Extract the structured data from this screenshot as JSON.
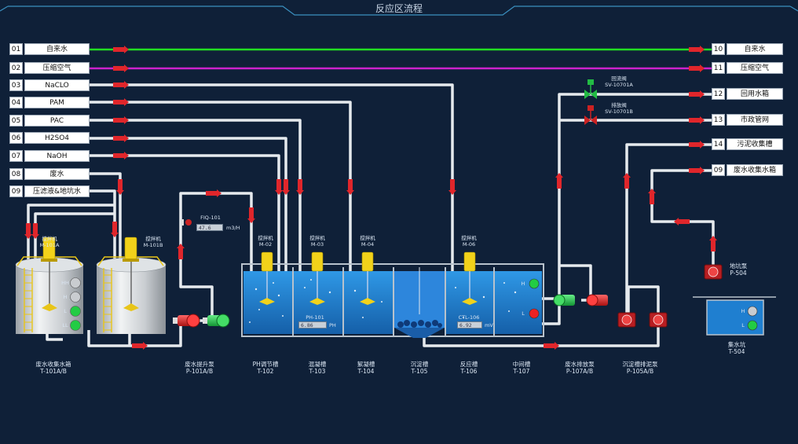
{
  "title": "反应区流程",
  "inputs": [
    {
      "num": "01",
      "name": "自来水"
    },
    {
      "num": "02",
      "name": "压缩空气"
    },
    {
      "num": "03",
      "name": "NaCLO"
    },
    {
      "num": "04",
      "name": "PAM"
    },
    {
      "num": "05",
      "name": "PAC"
    },
    {
      "num": "06",
      "name": "H2SO4"
    },
    {
      "num": "07",
      "name": "NaOH"
    },
    {
      "num": "08",
      "name": "废水"
    },
    {
      "num": "09",
      "name": "压滤液&地坑水"
    }
  ],
  "outputs": [
    {
      "num": "10",
      "name": "自来水"
    },
    {
      "num": "11",
      "name": "压缩空气"
    },
    {
      "num": "12",
      "name": "回用水箱"
    },
    {
      "num": "13",
      "name": "市政管网"
    },
    {
      "num": "14",
      "name": "污泥收集槽"
    },
    {
      "num": "09",
      "name": "废水收集水箱"
    }
  ],
  "equipment": {
    "t101": {
      "name": "废水收集水箱",
      "tag": "T-101A/B"
    },
    "p101": {
      "name": "废水提升泵",
      "tag": "P-101A/B"
    },
    "t102": {
      "name": "PH调节槽",
      "tag": "T-102"
    },
    "t103": {
      "name": "混凝槽",
      "tag": "T-103"
    },
    "t104": {
      "name": "絮凝槽",
      "tag": "T-104"
    },
    "t105": {
      "name": "沉淀槽",
      "tag": "T-105"
    },
    "t106": {
      "name": "反应槽",
      "tag": "T-106"
    },
    "t107": {
      "name": "中间槽",
      "tag": "T-107"
    },
    "p107": {
      "name": "废水排放泵",
      "tag": "P-107A/B"
    },
    "p105": {
      "name": "沉淀槽排泥泵",
      "tag": "P-105A/B"
    },
    "t504": {
      "name": "集水坑",
      "tag": "T-504"
    },
    "p504": {
      "name": "地坑泵",
      "tag": "P-504"
    }
  },
  "mixers": {
    "m101a": {
      "name": "搅拌机",
      "tag": "M-101A"
    },
    "m101b": {
      "name": "搅拌机",
      "tag": "M-101B"
    },
    "m02": {
      "name": "搅拌机",
      "tag": "M-02"
    },
    "m03": {
      "name": "搅拌机",
      "tag": "M-03"
    },
    "m04": {
      "name": "搅拌机",
      "tag": "M-04"
    },
    "m06": {
      "name": "搅拌机",
      "tag": "M-06"
    }
  },
  "valves": {
    "sv10701a": {
      "name": "回流阀",
      "tag": "SV-10701A"
    },
    "sv10701b": {
      "name": "排放阀",
      "tag": "SV-10701B"
    }
  },
  "flow_meter": {
    "tag": "FIQ-101",
    "value": "47.6",
    "unit": "m3/H"
  },
  "ph_meter": {
    "tag": "PH-101",
    "value": "6.86",
    "unit": "PH"
  },
  "ctl_meter": {
    "tag": "CTL-106",
    "value": "6.92",
    "unit": "mV"
  },
  "level_labels": {
    "hh": "HH",
    "h": "H",
    "l": "L",
    "ll": "LL",
    "h_short": "H",
    "l_short": "L"
  },
  "colors": {
    "background": "#0f2038",
    "pipe": "#e8ecef",
    "water_line": "#22dd22",
    "air_line": "#cc22cc",
    "flow_arrow": "#e0262b",
    "tank_water": "#1f7fd0",
    "indicator_on": "#22cc44",
    "indicator_alarm": "#ee2222",
    "indicator_off": "#c9ccd0",
    "mixer": "#f2d21a"
  }
}
